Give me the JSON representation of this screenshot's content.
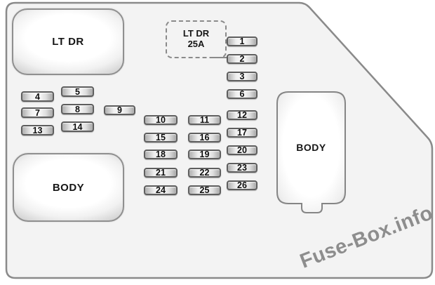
{
  "diagram": {
    "blocks": {
      "lt_dr": "LT DR",
      "body_left": "BODY",
      "body_right": "BODY"
    },
    "dashed_label": {
      "line1": "LT DR",
      "line2": "25A"
    },
    "fuses": {
      "left_col1": [
        "4",
        "7",
        "13"
      ],
      "left_col2": [
        "5",
        "8",
        "14"
      ],
      "left_single": [
        "9"
      ],
      "mid_col1": [
        "10",
        "15",
        "18",
        "21",
        "24"
      ],
      "mid_col2": [
        "11",
        "16",
        "19",
        "22",
        "25"
      ],
      "right_col": [
        "1",
        "2",
        "3",
        "6",
        "12",
        "17",
        "20",
        "23",
        "26"
      ]
    },
    "watermark": "Fuse-Box.info",
    "colors": {
      "panel_fill": "#f3f3f3",
      "outline_stroke": "#8a8a8a",
      "watermark_gray": "#8d8d8d"
    }
  }
}
